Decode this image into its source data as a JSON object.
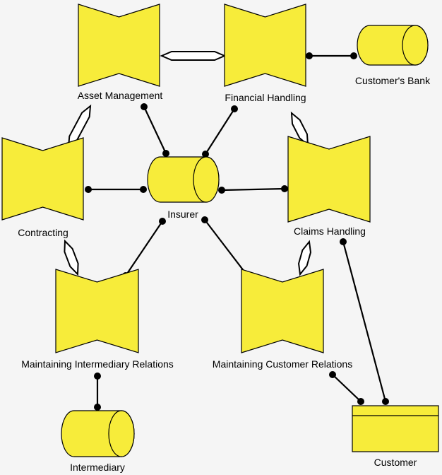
{
  "diagram": {
    "nodes": [
      {
        "id": "asset",
        "label": "Asset Management",
        "kind": "function"
      },
      {
        "id": "finance",
        "label": "Financial Handling",
        "kind": "function"
      },
      {
        "id": "bank",
        "label": "Customer's Bank",
        "kind": "store"
      },
      {
        "id": "contracting",
        "label": "Contracting",
        "kind": "function"
      },
      {
        "id": "insurer",
        "label": "Insurer",
        "kind": "store"
      },
      {
        "id": "claims",
        "label": "Claims Handling",
        "kind": "function"
      },
      {
        "id": "mir",
        "label": "Maintaining Intermediary Relations",
        "kind": "function"
      },
      {
        "id": "mcr",
        "label": "Maintaining Customer Relations",
        "kind": "function"
      },
      {
        "id": "intermediary",
        "label": "Intermediary",
        "kind": "store"
      },
      {
        "id": "customer",
        "label": "Customer",
        "kind": "entity"
      }
    ],
    "connections": [
      {
        "from": "asset",
        "to": "finance",
        "style": "double-arrow"
      },
      {
        "from": "finance",
        "to": "bank",
        "style": "line"
      },
      {
        "from": "asset",
        "to": "contracting",
        "style": "double-arrow"
      },
      {
        "from": "asset",
        "to": "insurer",
        "style": "line"
      },
      {
        "from": "finance",
        "to": "insurer",
        "style": "line"
      },
      {
        "from": "finance",
        "to": "claims",
        "style": "double-arrow"
      },
      {
        "from": "contracting",
        "to": "insurer",
        "style": "line"
      },
      {
        "from": "insurer",
        "to": "claims",
        "style": "line"
      },
      {
        "from": "contracting",
        "to": "mir",
        "style": "double-arrow"
      },
      {
        "from": "insurer",
        "to": "mir",
        "style": "line"
      },
      {
        "from": "insurer",
        "to": "mcr",
        "style": "line"
      },
      {
        "from": "claims",
        "to": "mcr",
        "style": "double-arrow"
      },
      {
        "from": "claims",
        "to": "customer",
        "style": "line"
      },
      {
        "from": "mcr",
        "to": "customer",
        "style": "line"
      },
      {
        "from": "mir",
        "to": "intermediary",
        "style": "line"
      }
    ],
    "colors": {
      "fill": "#f7ec3a",
      "stroke": "#000000",
      "background": "#f5f5f5"
    }
  }
}
